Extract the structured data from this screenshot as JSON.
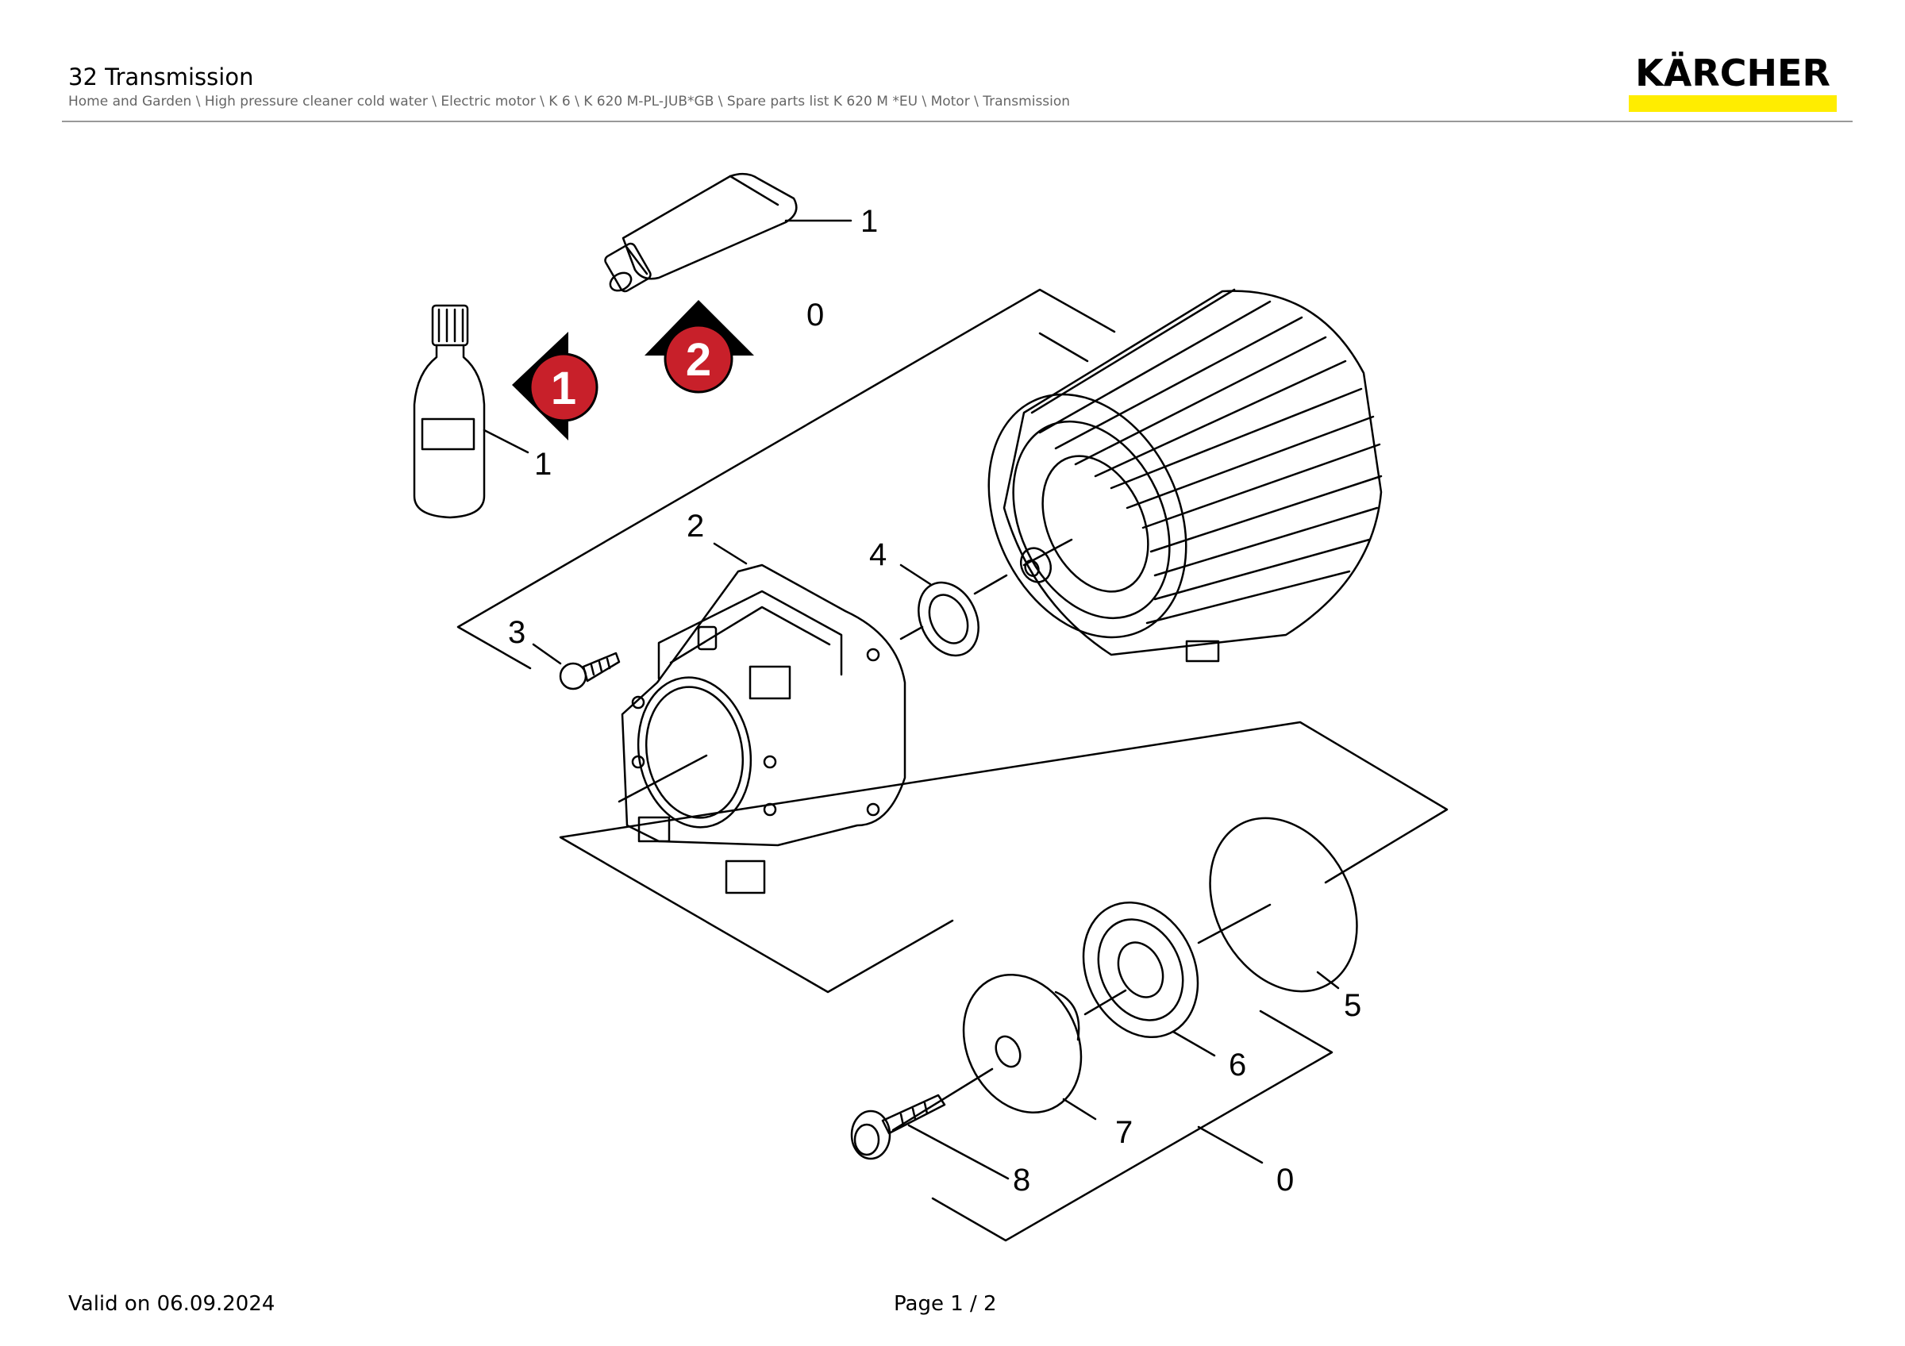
{
  "header": {
    "title": "32 Transmission",
    "breadcrumb": "Home and Garden \\ High pressure cleaner cold water \\ Electric motor \\ K 6 \\ K 620 M-PL-JUB*GB \\ Spare parts list K 620 M *EU \\ Motor \\ Transmission"
  },
  "brand": {
    "name": "KÄRCHER",
    "accent_color": "#ffed00"
  },
  "diagram": {
    "callouts": {
      "tube": "1",
      "bottle": "1",
      "motor": "0",
      "housing": "2",
      "screw": "3",
      "seal": "4",
      "oring": "5",
      "bearing": "6",
      "cover": "7",
      "bolt": "8",
      "lower_set": "0"
    },
    "markers": {
      "m1": "1",
      "m2": "2"
    },
    "marker_color": "#c8202a"
  },
  "footer": {
    "valid": "Valid on 06.09.2024",
    "page": "Page 1 / 2"
  }
}
